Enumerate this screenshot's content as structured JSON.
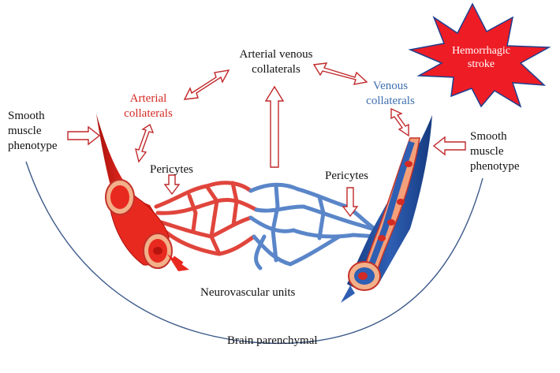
{
  "labels": {
    "arterial_venous_collaterals": "Arterial venous\ncollaterals",
    "arterial_collaterals": "Arterial\ncollaterals",
    "venous_collaterals": "Venous\ncollaterals",
    "smooth_muscle_left": "Smooth\nmuscle\nphenotype",
    "smooth_muscle_right": "Smooth\nmuscle\nphenotype",
    "pericytes_left": "Pericytes",
    "pericytes_right": "Pericytes",
    "neurovascular_units": "Neurovascular units",
    "brain_parenchymal": "Brain parenchymal",
    "hemorrhagic_stroke": "Hemorrhagic\nstroke"
  },
  "colors": {
    "artery": "#e8291f",
    "artery_dark": "#a8120c",
    "vein": "#2f5fb3",
    "vein_dark": "#153a80",
    "arrow_outline": "#c0282a",
    "star_fill": "#ee1c25",
    "star_outline": "#1f3f8f",
    "curve": "#3c5a8a",
    "arterial_text": "#d42a24",
    "venous_text": "#3f6fb0"
  }
}
